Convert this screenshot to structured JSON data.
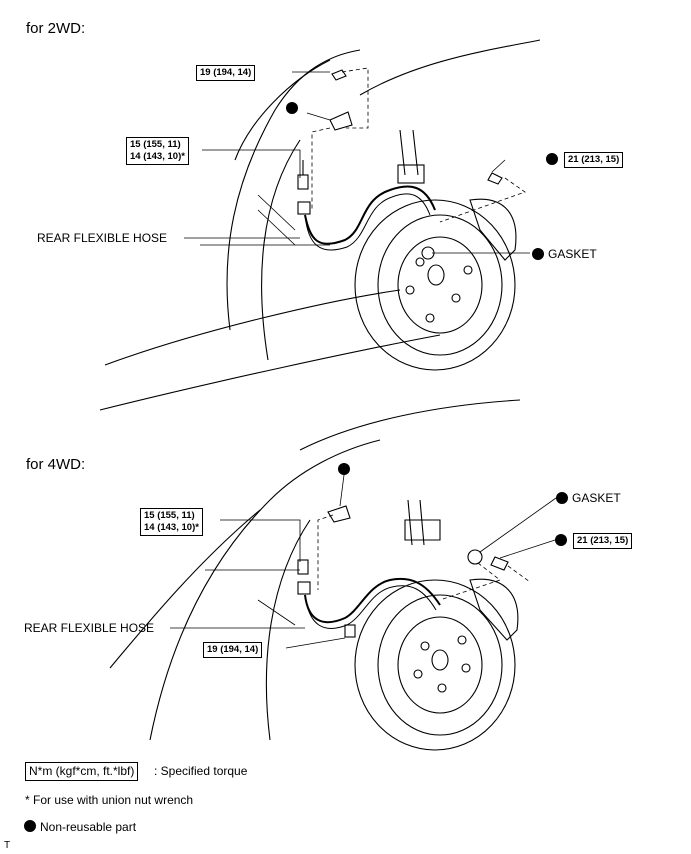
{
  "sections": [
    {
      "title": "for 2WD:",
      "torque_top": "19 (194, 14)",
      "torque_union_1": "15 (155, 11)",
      "torque_union_2": "14 (143, 10)*",
      "hose_label": "REAR FLEXIBLE HOSE",
      "torque_bolt": "21 (213, 15)",
      "gasket_label": "GASKET"
    },
    {
      "title": "for 4WD:",
      "torque_union_1": "15 (155, 11)",
      "torque_union_2": "14 (143, 10)*",
      "hose_label": "REAR FLEXIBLE HOSE",
      "torque_bracket": "19 (194, 14)",
      "gasket_label": "GASKET",
      "torque_bolt": "21 (213, 15)"
    }
  ],
  "legend": {
    "torque_box": "N*m (kgf*cm, ft.*lbf)",
    "torque_text": ": Specified torque",
    "footnote": "* For use with union nut wrench",
    "nonreusable": "Non-reusable part"
  },
  "corner_mark": "T"
}
